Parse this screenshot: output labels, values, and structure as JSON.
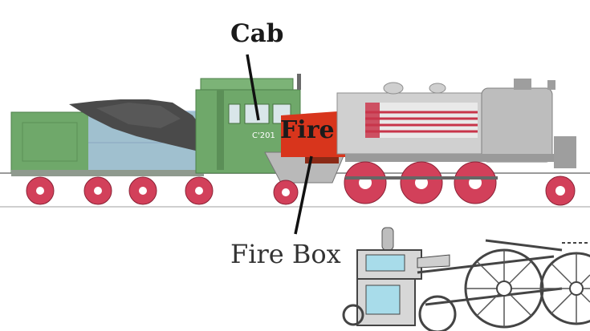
{
  "labels": {
    "cab": "Cab",
    "fire": "Fire",
    "fire_box": "Fire Box",
    "loco_number": "C'201"
  },
  "colors": {
    "cab_green": "#6fa86a",
    "tender_blue": "#a9c4e0",
    "coal": "#4a4a4a",
    "fire_red": "#d8351c",
    "wheel_red": "#d2405a",
    "boiler_grey": "#bdbdbd",
    "tubes_red": "#c8354a",
    "inset_blue": "#a8dcea"
  },
  "icons": {
    "locomotive": "steam-locomotive-illustration",
    "valve_gear": "valve-gear-mechanism-illustration"
  }
}
